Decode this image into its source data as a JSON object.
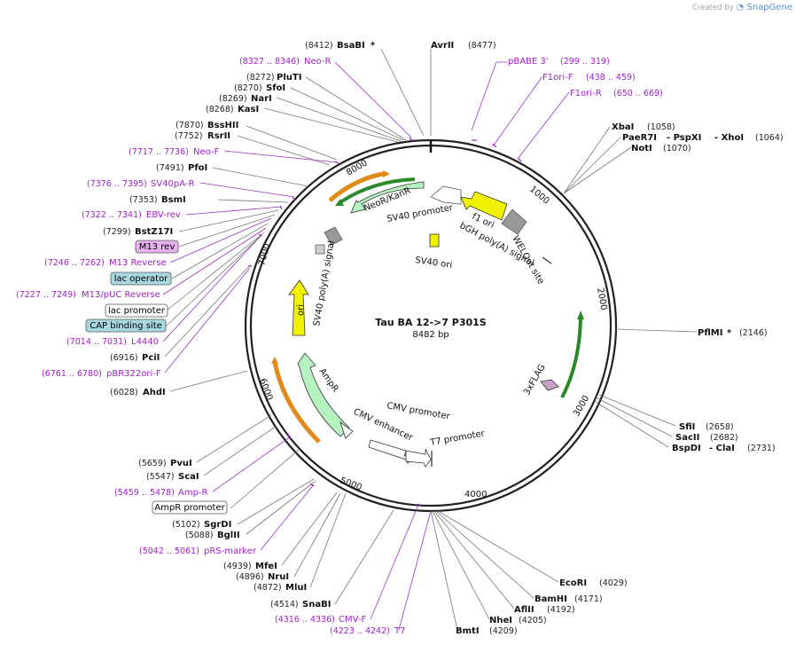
{
  "credit": {
    "prefix": "Created by",
    "brand": "SnapGene"
  },
  "plasmid": {
    "name": "Tau BA 12->7  P301S",
    "size_label": "8482 bp",
    "length": 8482
  },
  "ticks": [
    "1000",
    "2000",
    "3000",
    "4000",
    "5000",
    "6000",
    "7000",
    "8000"
  ],
  "sites": [
    {
      "name": "BsaBI",
      "star": "*",
      "pos": "(8412)"
    },
    {
      "name": "AvrII",
      "pos": "(8477)"
    },
    {
      "name": "PluTI",
      "pos": "(8272)"
    },
    {
      "name": "SfoI",
      "pos": "(8270)"
    },
    {
      "name": "NarI",
      "pos": "(8269)"
    },
    {
      "name": "KasI",
      "pos": "(8268)"
    },
    {
      "name": "BssHII",
      "pos": "(7870)"
    },
    {
      "name": "RsrII",
      "pos": "(7752)"
    },
    {
      "name": "PfoI",
      "pos": "(7491)"
    },
    {
      "name": "BsmI",
      "pos": "(7353)"
    },
    {
      "name": "BstZ17I",
      "pos": "(7299)"
    },
    {
      "name": "PciI",
      "pos": "(6916)"
    },
    {
      "name": "AhdI",
      "pos": "(6028)"
    },
    {
      "name": "XbaI",
      "pos": "(1058)"
    },
    {
      "name": "PaeR7I",
      "name2": "- PspXI",
      "name3": "- XhoI",
      "pos": "(1064)"
    },
    {
      "name": "NotI",
      "pos": "(1070)"
    },
    {
      "name": "PflMI",
      "star": "*",
      "pos": "(2146)"
    },
    {
      "name": "SfiI",
      "pos": "(2658)"
    },
    {
      "name": "SacII",
      "pos": "(2682)"
    },
    {
      "name": "BspDI",
      "name2": "- ClaI",
      "pos": "(2731)"
    },
    {
      "name": "PvuI",
      "pos": "(5659)"
    },
    {
      "name": "ScaI",
      "pos": "(5547)"
    },
    {
      "name": "SgrDI",
      "pos": "(5102)"
    },
    {
      "name": "BglII",
      "pos": "(5088)"
    },
    {
      "name": "MfeI",
      "pos": "(4939)"
    },
    {
      "name": "NruI",
      "pos": "(4896)"
    },
    {
      "name": "MluI",
      "pos": "(4872)"
    },
    {
      "name": "SnaBI",
      "pos": "(4514)"
    },
    {
      "name": "EcoRI",
      "pos": "(4029)"
    },
    {
      "name": "BamHI",
      "pos": "(4171)"
    },
    {
      "name": "AflII",
      "pos": "(4192)"
    },
    {
      "name": "NheI",
      "pos": "(4205)"
    },
    {
      "name": "BmtI",
      "pos": "(4209)"
    }
  ],
  "primers": [
    {
      "name": "Neo-R",
      "pos": "(8327 .. 8346)"
    },
    {
      "name": "Neo-F",
      "pos": "(7717 .. 7736)"
    },
    {
      "name": "SV40pA-R",
      "pos": "(7376 .. 7395)"
    },
    {
      "name": "EBV-rev",
      "pos": "(7322 .. 7341)"
    },
    {
      "name": "M13 Reverse",
      "pos": "(7246 .. 7262)"
    },
    {
      "name": "M13/pUC Reverse",
      "pos": "(7227 .. 7249)"
    },
    {
      "name": "L4440",
      "pos": "(7014 .. 7031)"
    },
    {
      "name": "pBR322ori-F",
      "pos": "(6761 .. 6780)"
    },
    {
      "name": "pBABE 3'",
      "pos": "(299 .. 319)"
    },
    {
      "name": "F1ori-F",
      "pos": "(438 .. 459)"
    },
    {
      "name": "F1ori-R",
      "pos": "(650 .. 669)"
    },
    {
      "name": "Amp-R",
      "pos": "(5459 .. 5478)"
    },
    {
      "name": "pRS-marker",
      "pos": "(5042 .. 5061)"
    },
    {
      "name": "CMV-F",
      "pos": "(4316 .. 4336)"
    },
    {
      "name": "T7",
      "pos": "(4223 .. 4242)"
    }
  ],
  "boxed": [
    "M13 rev",
    "lac operator",
    "lac promoter",
    "CAP binding site",
    "AmpR promoter"
  ],
  "features": {
    "neo": "NeoR/KanR",
    "sv40_promoter": "SV40 promoter",
    "f1_ori": "f1 ori",
    "bgh": "bGH poly(A) signal",
    "wel": "WELQut site",
    "sv40_ori": "SV40 ori",
    "sv40_polya": "SV40 poly(A) signal",
    "ori": "ori",
    "ampr": "AmpR",
    "cmv_enh": "CMV enhancer",
    "cmv_prom": "CMV promoter",
    "t7_prom": "T7 promoter",
    "flag": "3xFLAG"
  },
  "colors": {
    "primer": "#a020c8",
    "ori": "#f2f200",
    "ampr": "#b6f2c0",
    "orange": "#e08a1a",
    "green": "#2a8a2a",
    "box_blue": "#a8d8e0",
    "box_purple": "#e8b0f0"
  }
}
